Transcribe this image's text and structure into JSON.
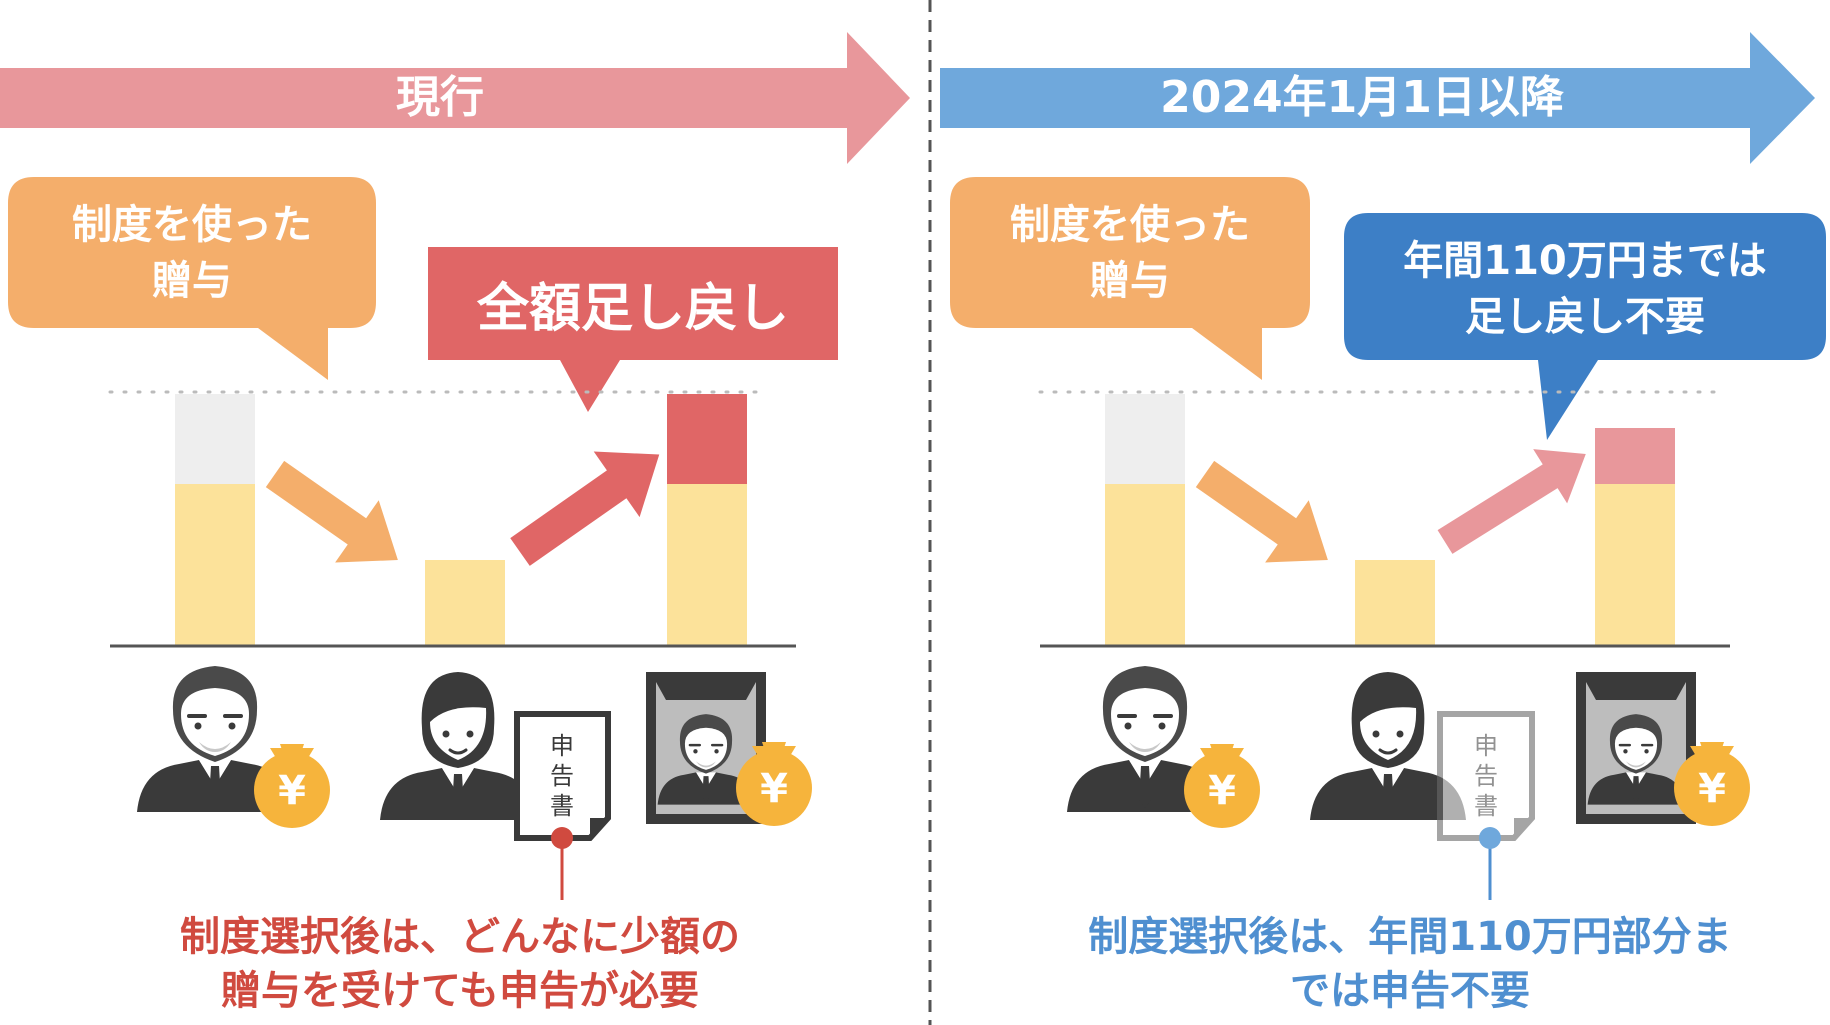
{
  "left": {
    "header_label": "現行",
    "bubble_gift": [
      "制度を使った",
      "贈与"
    ],
    "bubble_callout": "全額足し戻し",
    "document_chars": [
      "申",
      "告",
      "書"
    ],
    "yen_symbol": "¥",
    "caption": [
      "制度選択後は、どんなに少額の",
      "贈与を受けても申告が必要"
    ],
    "add_back_level": "full"
  },
  "right": {
    "header_label": "2024年1月1日以降",
    "bubble_gift": [
      "制度を使った",
      "贈与"
    ],
    "bubble_callout": [
      "年間110万円までは",
      "足し戻し不要"
    ],
    "document_chars": [
      "申",
      "告",
      "書"
    ],
    "yen_symbol": "¥",
    "caption": [
      "制度選択後は、年間110万円部分ま",
      "では申告不要"
    ],
    "add_back_level": "partial"
  },
  "colors": {
    "header_left": "#E8979B",
    "header_right": "#6FA8DC",
    "gift_bubble": "#F4AE6B",
    "callout_left": "#E06666",
    "callout_right": "#3D7FC6",
    "bar_base": "#FCE29A",
    "bar_lost": "#EEEEEE",
    "bar_add_full": "#E06666",
    "bar_add_partial": "#E8979B",
    "caption_left": "#D04A3F",
    "caption_right": "#4F8FD0",
    "coin": "#F6B43C",
    "person": "#3A3A3A"
  }
}
